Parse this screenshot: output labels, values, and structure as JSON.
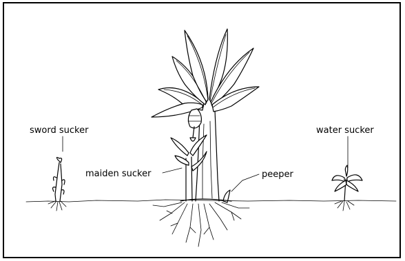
{
  "labels": {
    "sword_sucker": "sword sucker",
    "maiden_sucker": "maiden sucker",
    "peeper": "peeper",
    "water_sucker": "water sucker"
  }
}
